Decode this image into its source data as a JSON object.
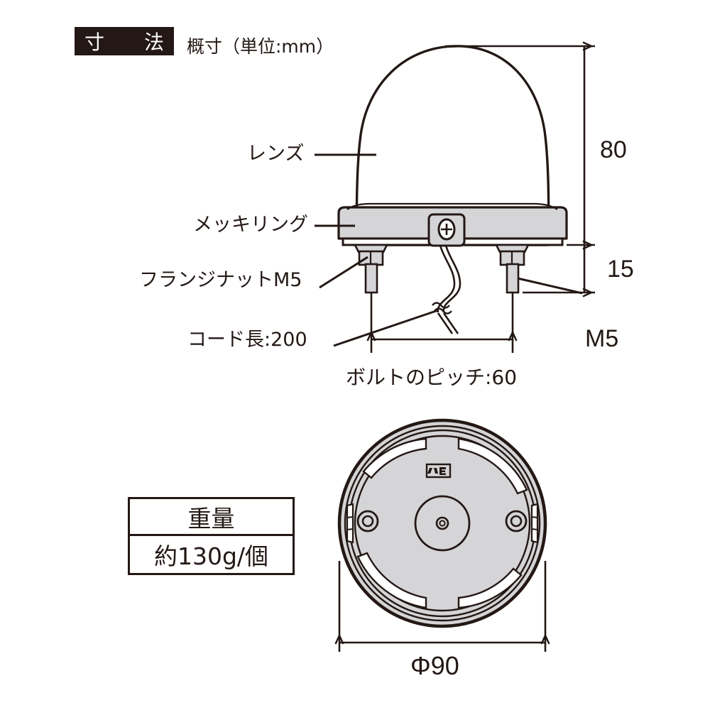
{
  "header": {
    "badge_label": "寸　法",
    "subtitle": "概寸（単位:mm）"
  },
  "side_view": {
    "labels": {
      "lens": "レンズ",
      "plating_ring": "メッキリング",
      "flange_nut": "フランジナットM5",
      "cord_length": "コード長:200",
      "bolt_thread": "M5"
    },
    "dimensions": {
      "height_body": "80",
      "height_bolt": "15",
      "bolt_pitch": "ボルトのピッチ:60"
    }
  },
  "bottom_view": {
    "diameter": "Φ90",
    "logo_mark": "brand-logo"
  },
  "weight_table": {
    "header": "重量",
    "value": "約130g/個"
  },
  "colors": {
    "ink": "#231815",
    "body_gray": "#d5d4d6",
    "badge_bg": "#231815",
    "paper": "#ffffff"
  }
}
